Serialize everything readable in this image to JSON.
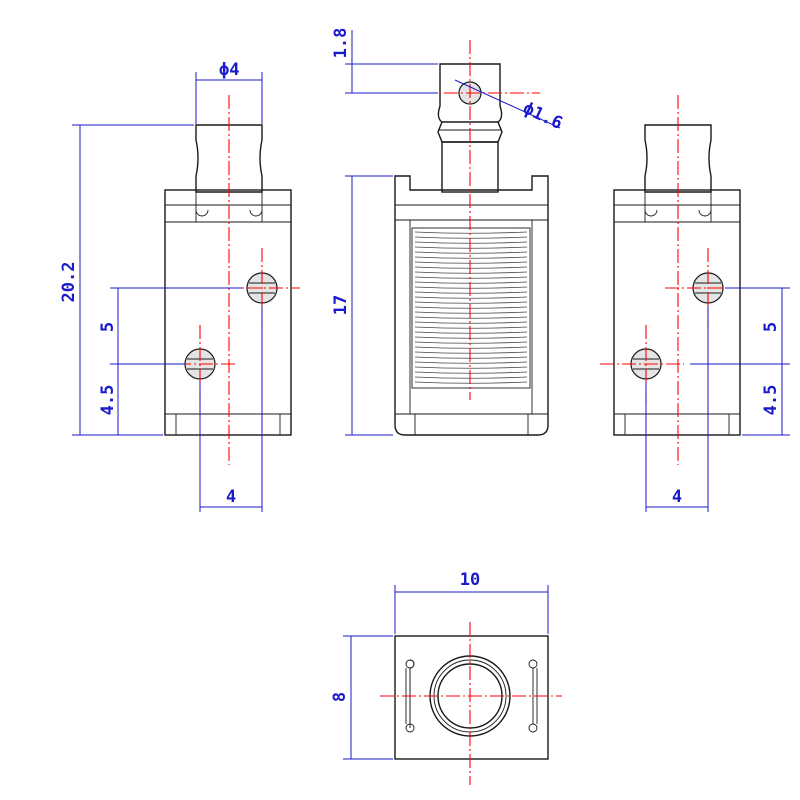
{
  "colors": {
    "outline": "#1a1a1a",
    "centerline": "#ff0000",
    "dimension": "#1a1acc"
  },
  "dimensions": {
    "left_plunger_diameter": "ϕ4",
    "left_total_height": "20.2",
    "left_upper_hole_gap": "5",
    "left_lower_hole_height": "4.5",
    "left_bottom_width": "4",
    "front_top_offset": "1.8",
    "front_pin_hole_diameter": "ϕ1.6",
    "front_body_height": "17",
    "right_upper_hole_gap": "5",
    "right_lower_hole_height": "4.5",
    "right_bottom_width": "4",
    "bottom_width": "10",
    "bottom_depth": "8"
  }
}
